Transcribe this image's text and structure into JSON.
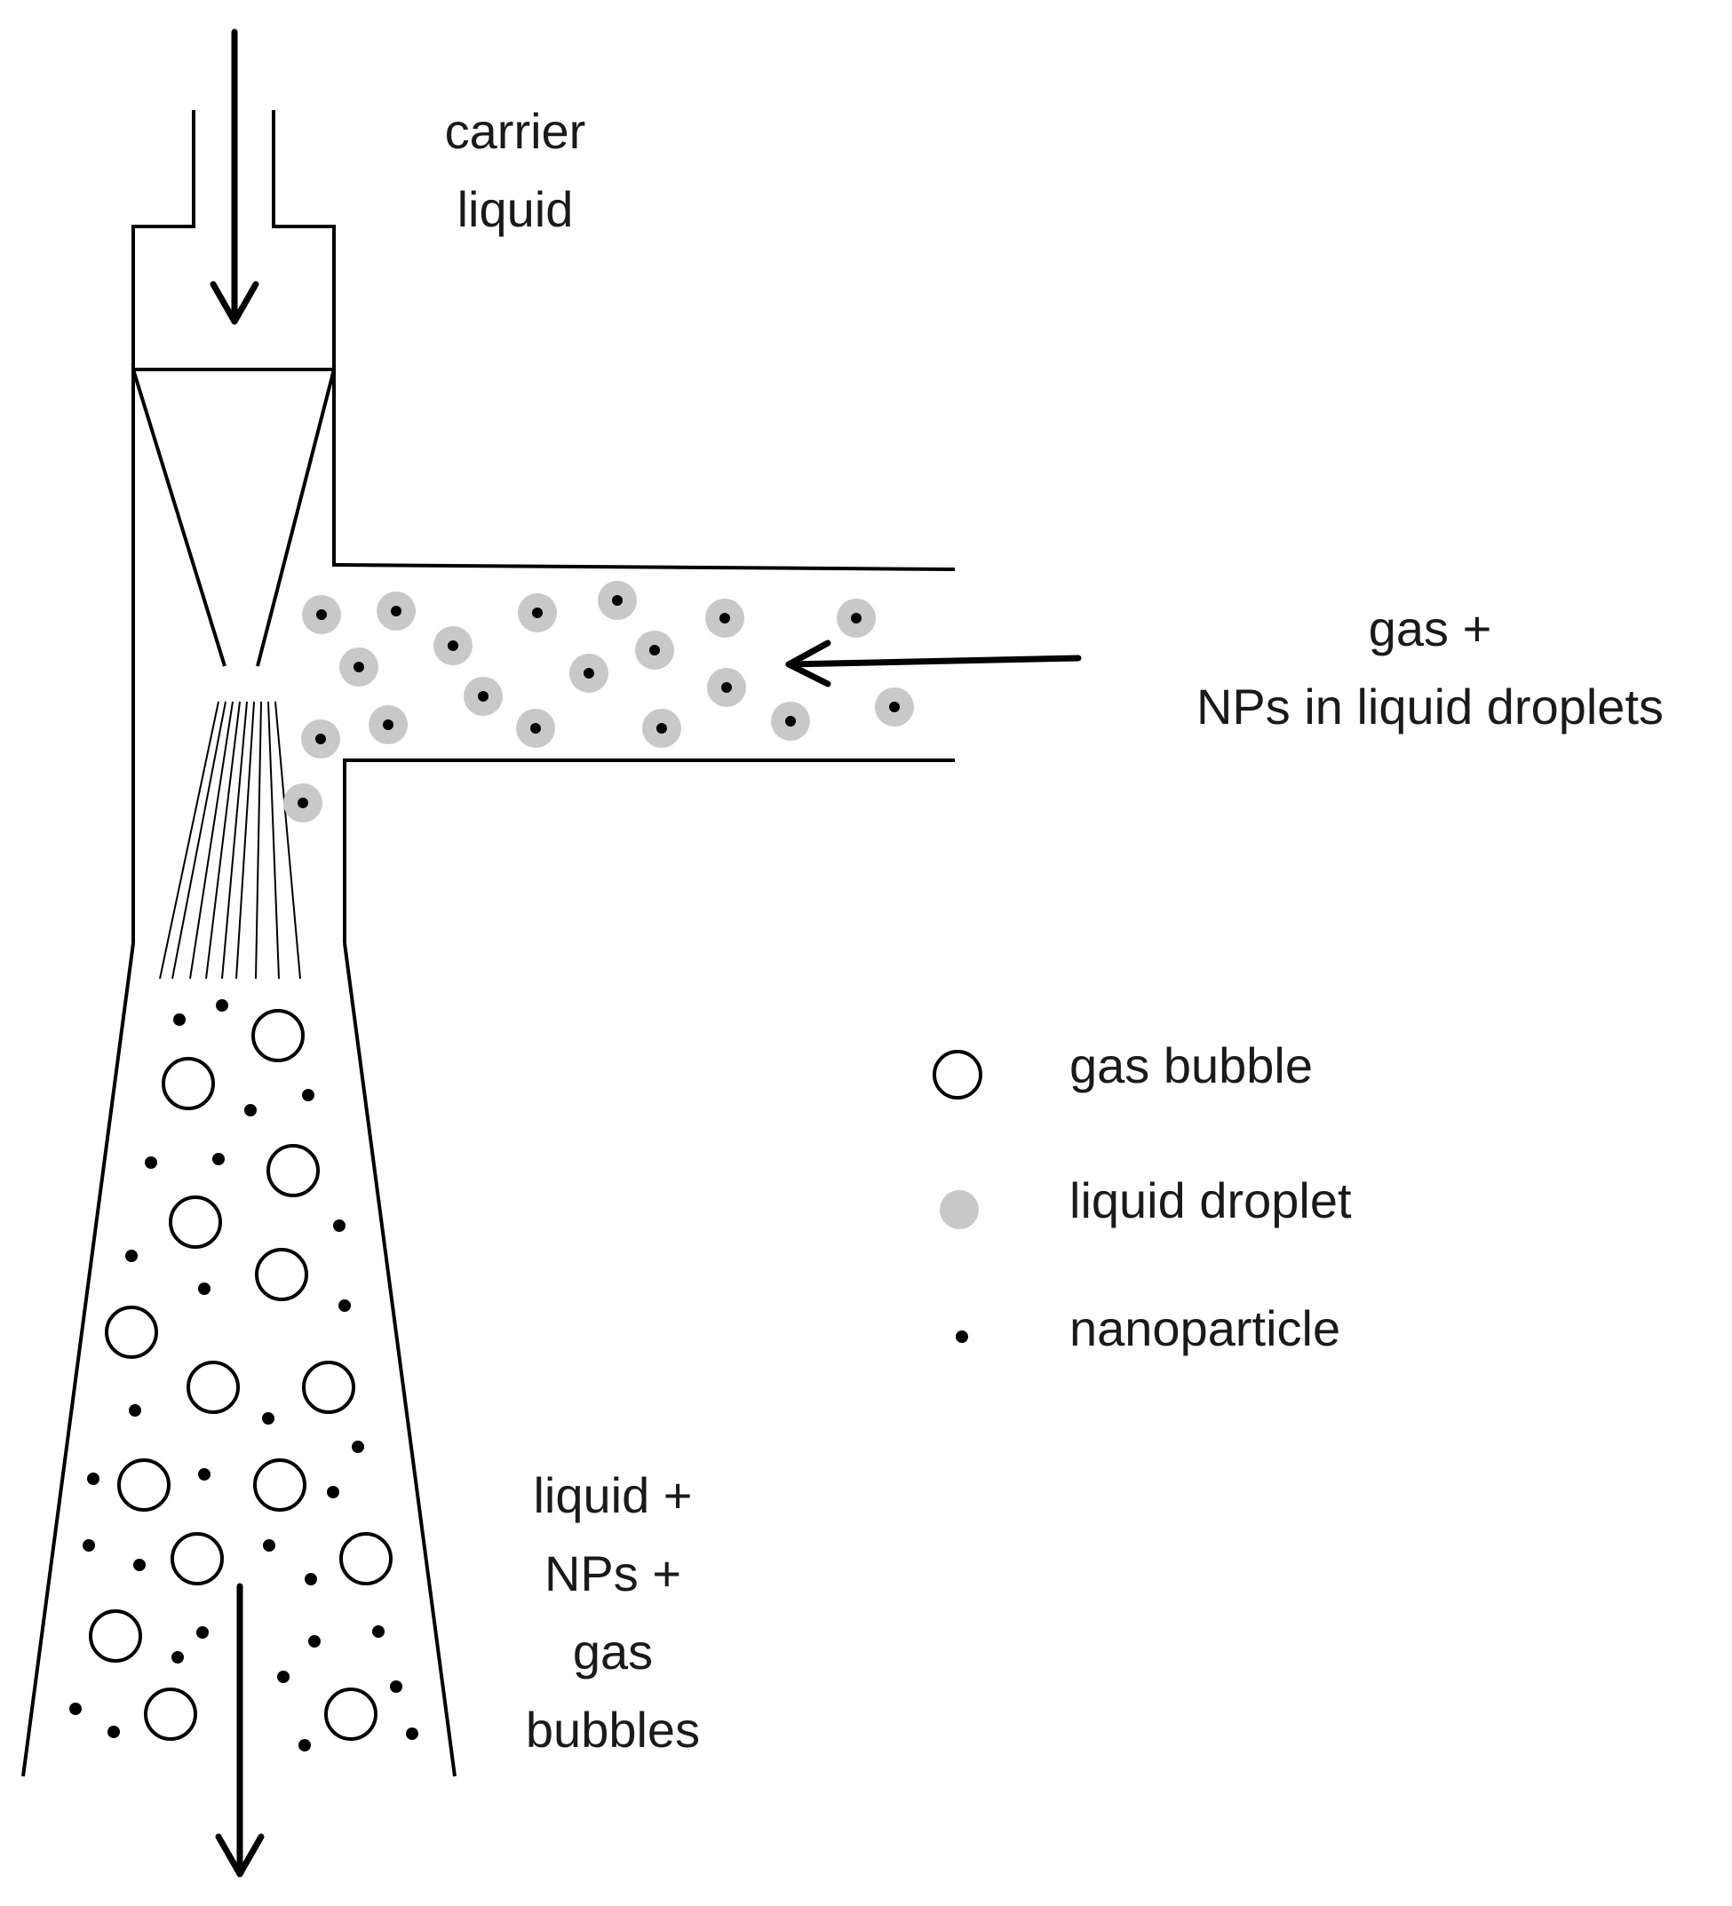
{
  "labels": {
    "carrier_liquid": [
      "carrier",
      "liquid"
    ],
    "gas_inlet": [
      "gas +",
      "NPs in liquid droplets"
    ],
    "outlet": [
      "liquid +",
      "NPs +",
      "gas",
      "bubbles"
    ]
  },
  "legend": {
    "gas_bubble": "gas bubble",
    "liquid_droplet": "liquid droplet",
    "nanoparticle": "nanoparticle"
  },
  "colors": {
    "line": "#000000",
    "droplet": "#c8c8c8",
    "nanoparticle": "#000000",
    "text": "#1a1a1a"
  }
}
